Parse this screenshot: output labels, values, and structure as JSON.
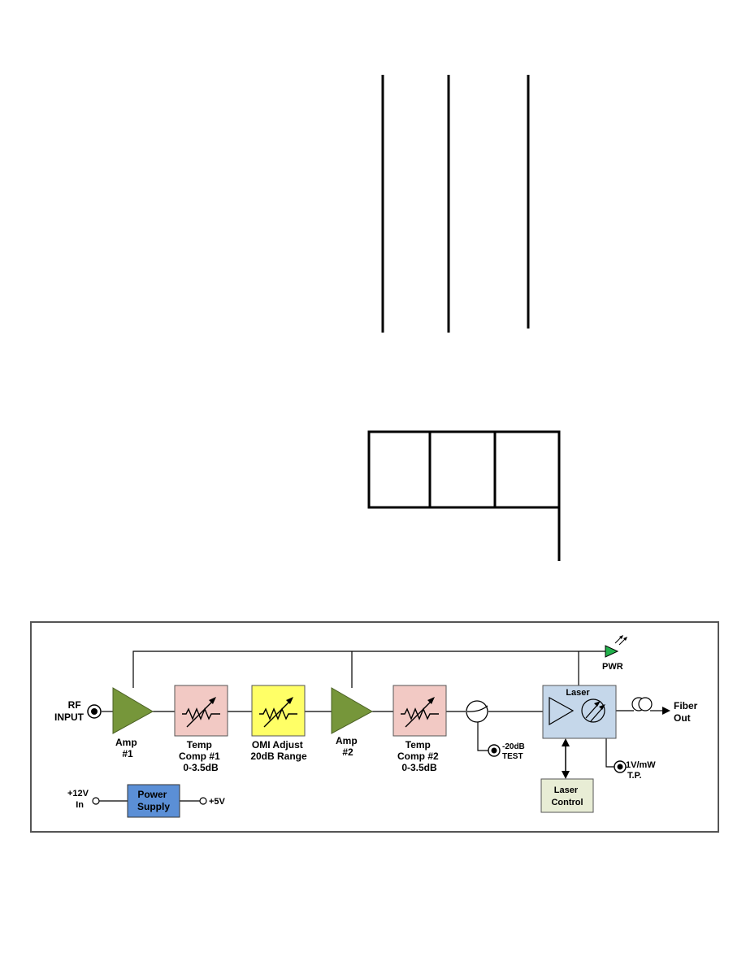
{
  "diagram": {
    "rf_input": [
      "RF",
      "INPUT"
    ],
    "amp1": [
      "Amp",
      "#1"
    ],
    "temp_comp1": [
      "Temp",
      "Comp #1",
      "0-3.5dB"
    ],
    "omi_adjust": [
      "OMI Adjust",
      "20dB Range"
    ],
    "amp2": [
      "Amp",
      "#2"
    ],
    "temp_comp2": [
      "Temp",
      "Comp #2",
      "0-3.5dB"
    ],
    "test_port": [
      "-20dB",
      "TEST"
    ],
    "laser": "Laser",
    "laser_control": [
      "Laser",
      "Control"
    ],
    "tp_port": [
      "1V/mW",
      "T.P."
    ],
    "fiber_out": [
      "Fiber",
      "Out"
    ],
    "pwr": "PWR",
    "power_in": [
      "+12V",
      "In"
    ],
    "power_supply": [
      "Power",
      "Supply"
    ],
    "power_out": "+5V"
  },
  "colors": {
    "amp": "#76963a",
    "temp_comp": "#f2c9c4",
    "omi": "#ffff66",
    "laser": "#c5d7ea",
    "laser_control": "#e8edd5",
    "power_supply": "#5b8fd6",
    "pwr_led": "#22b14c"
  }
}
